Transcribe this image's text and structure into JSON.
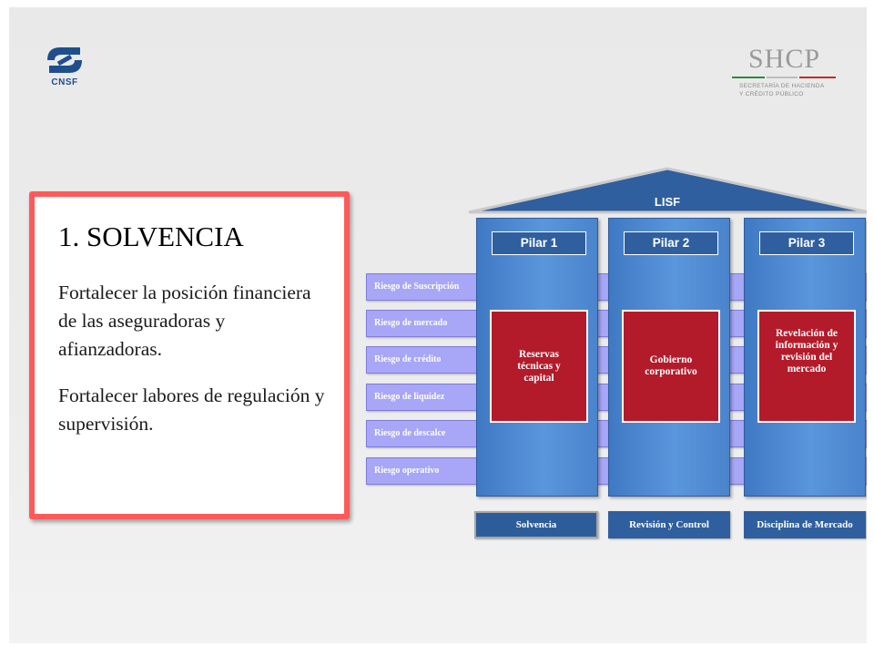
{
  "logos": {
    "cnsf": {
      "text": "CNSF",
      "color": "#1f4e8c"
    },
    "shcp": {
      "title": "SHCP",
      "subtitle_line1": "SECRETARÍA DE HACIENDA",
      "subtitle_line2": "Y CRÉDITO PÚBLICO"
    }
  },
  "card": {
    "title": "1. SOLVENCIA",
    "paragraph1": "Fortalecer la posición financiera de las aseguradoras  y afianzadoras.",
    "paragraph2": "Fortalecer labores de regulación y supervisión.",
    "border_color": "#ff5a5a"
  },
  "roof": {
    "label": "LISF",
    "color": "#2f5f9e"
  },
  "risks": [
    "Riesgo de Suscripción",
    "Riesgo de mercado",
    "Riesgo de crédito",
    "Riesgo de liquidez",
    "Riesgo de descalce",
    "Riesgo operativo"
  ],
  "pillars": [
    {
      "name": "Pilar 1",
      "content": "Reservas técnicas y capital",
      "base": "Solvencia"
    },
    {
      "name": "Pilar 2",
      "content": "Gobierno corporativo",
      "base": "Revisión  y  Control"
    },
    {
      "name": "Pilar 3",
      "content": "Revelación de información y revisión del mercado",
      "base": "Disciplina de Mercado"
    }
  ],
  "colors": {
    "pillar_blue": "#4a84cc",
    "pillar_box_red": "#b31b2b",
    "risk_bar": "#a8a6f7"
  }
}
